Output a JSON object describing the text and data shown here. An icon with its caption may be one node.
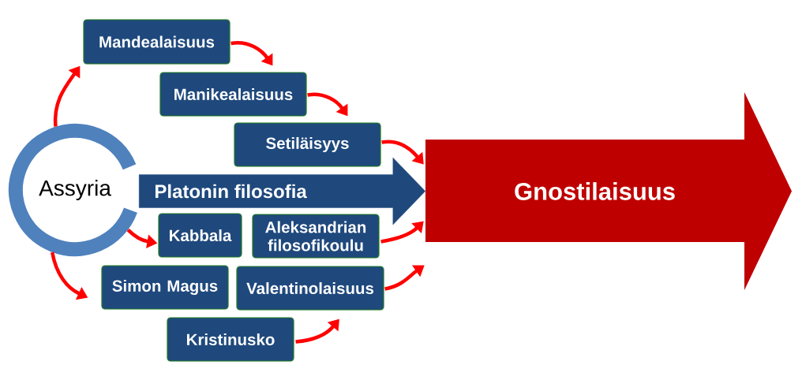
{
  "diagram": {
    "nodes": [
      {
        "text": [
          "Assyria"
        ]
      },
      {
        "text": [
          "Mandealaisuus"
        ]
      },
      {
        "text": [
          "Manikealaisuus"
        ]
      },
      {
        "text": [
          "Setiläisyys"
        ]
      },
      {
        "text": [
          "Kabbala"
        ]
      },
      {
        "text": [
          "Aleksandrian filosofikoulu"
        ]
      },
      {
        "text": [
          "Simon Magus"
        ]
      },
      {
        "text": [
          "Valentinolaisuus"
        ]
      },
      {
        "text": [
          "Kristinusko"
        ]
      },
      {
        "text": [
          "Gnostilaisuus"
        ]
      }
    ],
    "edges": [
      {
        "from": 0,
        "to": 1,
        "arrow": "to"
      },
      {
        "from": 1,
        "to": 2,
        "arrow": "to"
      },
      {
        "from": 2,
        "to": 3,
        "arrow": "to"
      },
      {
        "from": 3,
        "to": 9,
        "arrow": "to"
      },
      {
        "from": 0,
        "to": 9,
        "arrow": "to",
        "label": "Platonin filosofia",
        "style": "thick",
        "color": "#1f497d"
      },
      {
        "from": 0,
        "to": 4,
        "arrow": "to"
      },
      {
        "from": 5,
        "to": 9,
        "arrow": "to"
      },
      {
        "from": 0,
        "to": 6,
        "arrow": "to"
      },
      {
        "from": 7,
        "to": 9,
        "arrow": "to"
      },
      {
        "from": 8,
        "to": 7,
        "arrow": "to"
      }
    ]
  }
}
